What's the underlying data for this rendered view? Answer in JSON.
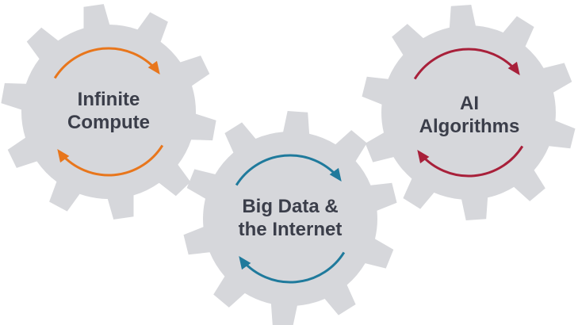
{
  "gears": [
    {
      "line1": "Infinite",
      "line2": "Compute",
      "arrow_color": "#e8761c"
    },
    {
      "line1": "Big Data &",
      "line2": "the Internet",
      "arrow_color": "#1f7a9c"
    },
    {
      "line1": "AI",
      "line2": "Algorithms",
      "arrow_color": "#a8203a"
    }
  ],
  "gear_color": "#d6d7db"
}
